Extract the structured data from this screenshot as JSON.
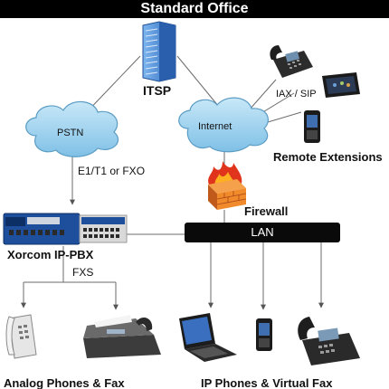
{
  "title": "Standard Office",
  "labels": {
    "itsp": "ITSP",
    "pstn": "PSTN",
    "internet": "Internet",
    "iax_sip": "IAX / SIP",
    "remote_extensions": "Remote Extensions",
    "e1_t1_fxo": "E1/T1 or FXO",
    "firewall": "Firewall",
    "lan": "LAN",
    "pbx": "Xorcom  IP-PBX",
    "fxs": "FXS",
    "analog_phones_fax": "Analog Phones & Fax",
    "ip_phones_virtual_fax": "IP Phones & Virtual Fax"
  },
  "colors": {
    "title_bar": "#000000",
    "cloud_fill": "#9fd4ef",
    "cloud_stroke": "#5a9cc4",
    "server": "#3b7fd0",
    "firewall_fire": "#e0341c",
    "firewall_brick": "#f08a2a",
    "pbx_body": "#1e4f9c",
    "lan_bar": "#0a0a0a",
    "line": "#6b6b6b"
  },
  "icons": [
    "server-tower-icon",
    "desk-phone-icon",
    "tablet-icon",
    "mobile-phone-icon",
    "firewall-icon",
    "ip-pbx-appliance-icon",
    "analog-phone-icon",
    "fax-machine-icon",
    "laptop-icon"
  ]
}
